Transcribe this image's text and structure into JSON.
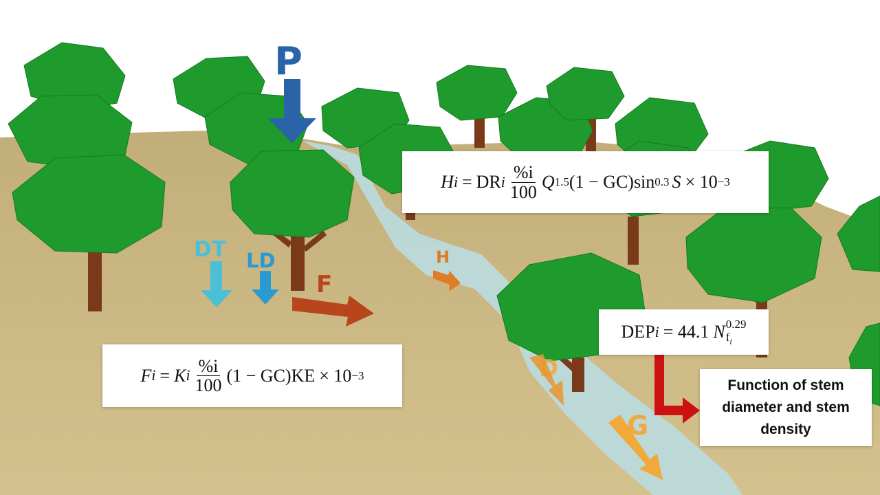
{
  "labels": {
    "P": "P",
    "DT": "DT",
    "LD": "LD",
    "F": "F",
    "H": "H",
    "D": "D",
    "G": "G"
  },
  "equations": {
    "H": {
      "lhs": "H",
      "lhs_sub": "i",
      "coef": "DR",
      "coef_sub": "i",
      "frac_num": "%i",
      "frac_den": "100",
      "q": "Q",
      "q_exp": "1.5",
      "gc_term": "(1 − GC)sin",
      "sin_exp": "0.3",
      "s": "S",
      "times": "× 10",
      "exp": "−3"
    },
    "F": {
      "lhs": "F",
      "lhs_sub": "i",
      "k": "K",
      "k_sub": "i",
      "frac_num": "%i",
      "frac_den": "100",
      "gc_term": "(1 − GC)KE",
      "times": "× 10",
      "exp": "−3"
    },
    "DEP": {
      "lhs": "DEP",
      "lhs_sub": "i",
      "rhs": "= 44.1",
      "n": "N",
      "n_sub": "f",
      "n_sub_sub": "i",
      "n_exp": "0.29"
    }
  },
  "note": {
    "line1": "Function of stem",
    "line2": "diameter and stem",
    "line3": "density"
  },
  "colors": {
    "ground": "#cbb882",
    "river": "#b9d8da",
    "foliage": "#1f9a2c",
    "trunk": "#7a3a1a",
    "precip_arrow": "#2a63a8",
    "drip_arrow": "#4bbfd6",
    "flow_arrow": "#b8461c",
    "runoff_arrow": "#e07b26",
    "deposit_arrow": "#f0a93a",
    "dep_connector": "#cc1111"
  }
}
